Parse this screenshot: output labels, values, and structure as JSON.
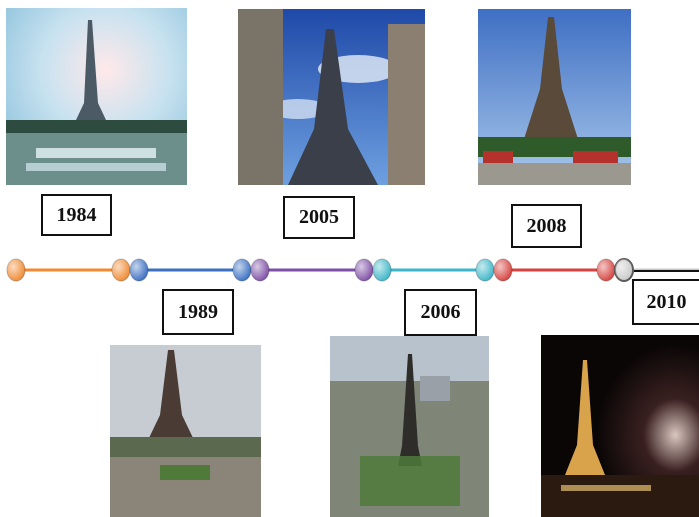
{
  "timeline": {
    "entries": [
      {
        "year": "1984",
        "photo": "eiffel-tower-1984-trocadero-fountains",
        "color": "#f08a32"
      },
      {
        "year": "1989",
        "photo": "eiffel-tower-1989-cloudy-trocadero",
        "color": "#3b6fc2"
      },
      {
        "year": "2005",
        "photo": "eiffel-tower-2005-blue-sky-between-buildings",
        "color": "#7e4fa6"
      },
      {
        "year": "2006",
        "photo": "eiffel-tower-2006-aerial-paris",
        "color": "#3db6c9"
      },
      {
        "year": "2008",
        "photo": "eiffel-tower-2008-sunny-street",
        "color": "#d6423e"
      },
      {
        "year": "2010",
        "photo": "eiffel-tower-2010-night-lit",
        "color": "#c8c8c8"
      }
    ]
  }
}
